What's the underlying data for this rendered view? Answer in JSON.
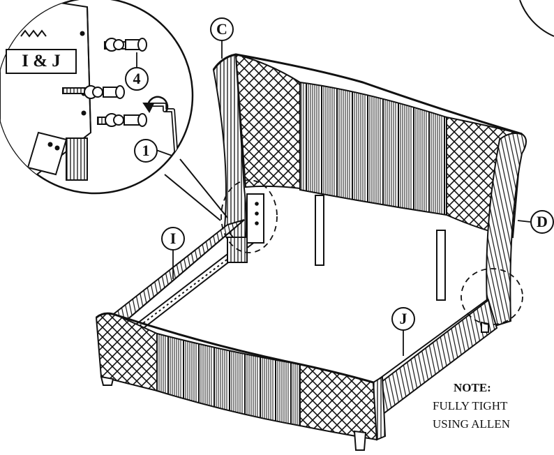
{
  "labels": {
    "callout_c": "C",
    "callout_d": "D",
    "callout_i": "I",
    "callout_j": "J",
    "callout_1": "1",
    "callout_4": "4",
    "zoom_tag": "I & J"
  },
  "note": {
    "title": "NOTE:",
    "line1": "FULLY TIGHT",
    "line2": "USING ALLEN"
  },
  "colors": {
    "ink": "#111111",
    "paper": "#ffffff"
  }
}
